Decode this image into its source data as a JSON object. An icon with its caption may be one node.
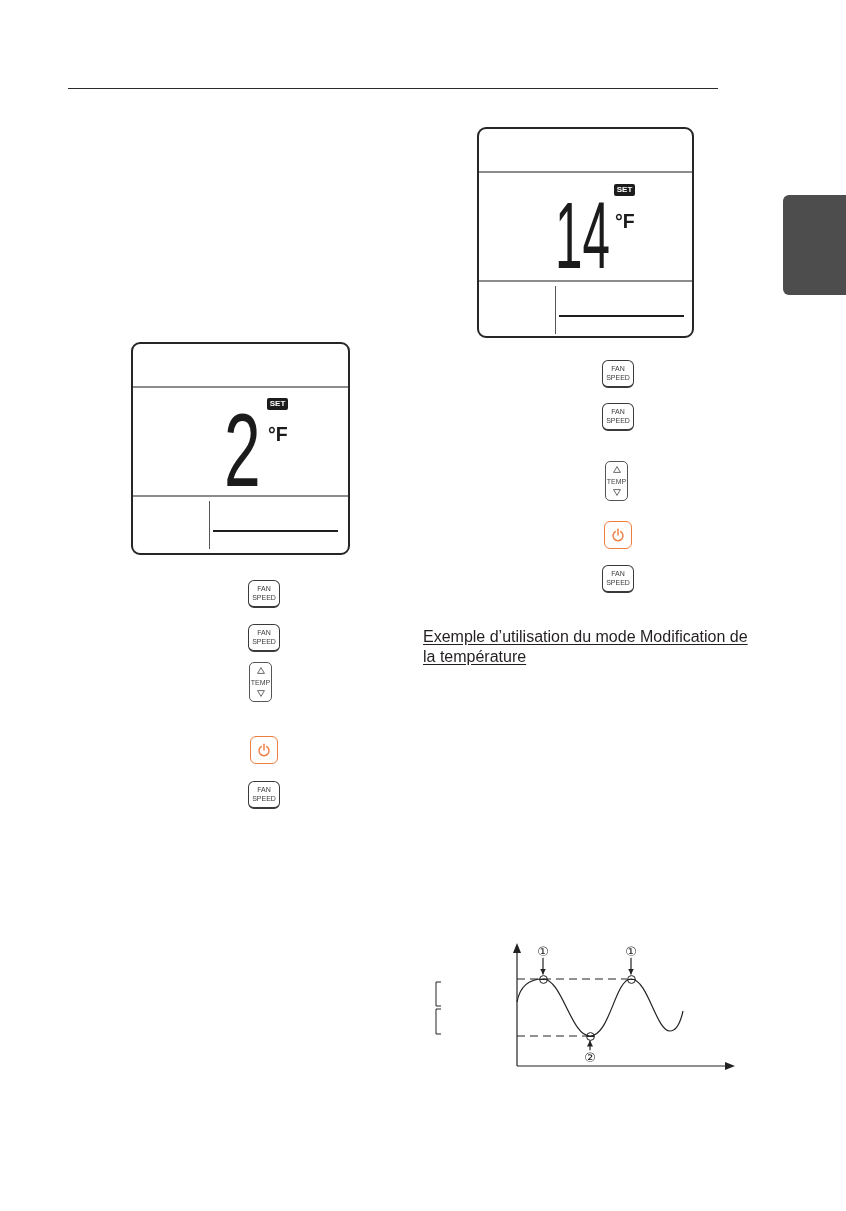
{
  "diagram": {
    "nodes": [
      {
        "text": [
          "2",
          "°F"
        ]
      },
      {
        "text": [
          "SET"
        ],
        "in": 0
      },
      {
        "text": [
          "FAN SPEED"
        ]
      },
      {
        "text": [
          "FAN SPEED"
        ]
      },
      {
        "text": [
          "TEMP"
        ]
      },
      {
        "text": [],
        "shape": "box"
      },
      {
        "text": [
          "FAN SPEED"
        ]
      },
      {
        "text": [
          "14",
          "°F"
        ]
      },
      {
        "text": [
          "SET"
        ],
        "in": 7
      },
      {
        "text": [
          "FAN SPEED"
        ]
      },
      {
        "text": [
          "FAN SPEED"
        ]
      },
      {
        "text": [
          "TEMP"
        ]
      },
      {
        "text": [],
        "shape": "box"
      },
      {
        "text": [
          "FAN SPEED"
        ]
      },
      {
        "text": [
          "①"
        ]
      },
      {
        "text": [
          "①"
        ]
      },
      {
        "text": [],
        "shape": "circle"
      },
      {
        "text": [],
        "shape": "circle"
      },
      {
        "text": [],
        "shape": "circle"
      },
      {
        "text": [
          "②"
        ]
      },
      {
        "text": [],
        "shape": "box"
      }
    ],
    "edges": [
      {
        "from": 14,
        "to": 16,
        "arrow": "to"
      },
      {
        "from": 15,
        "to": 18,
        "arrow": "to"
      },
      {
        "from": 19,
        "to": 17,
        "arrow": "to"
      }
    ],
    "labels": [
      "Exemple d’utilisation du mode Modification de la température"
    ]
  }
}
